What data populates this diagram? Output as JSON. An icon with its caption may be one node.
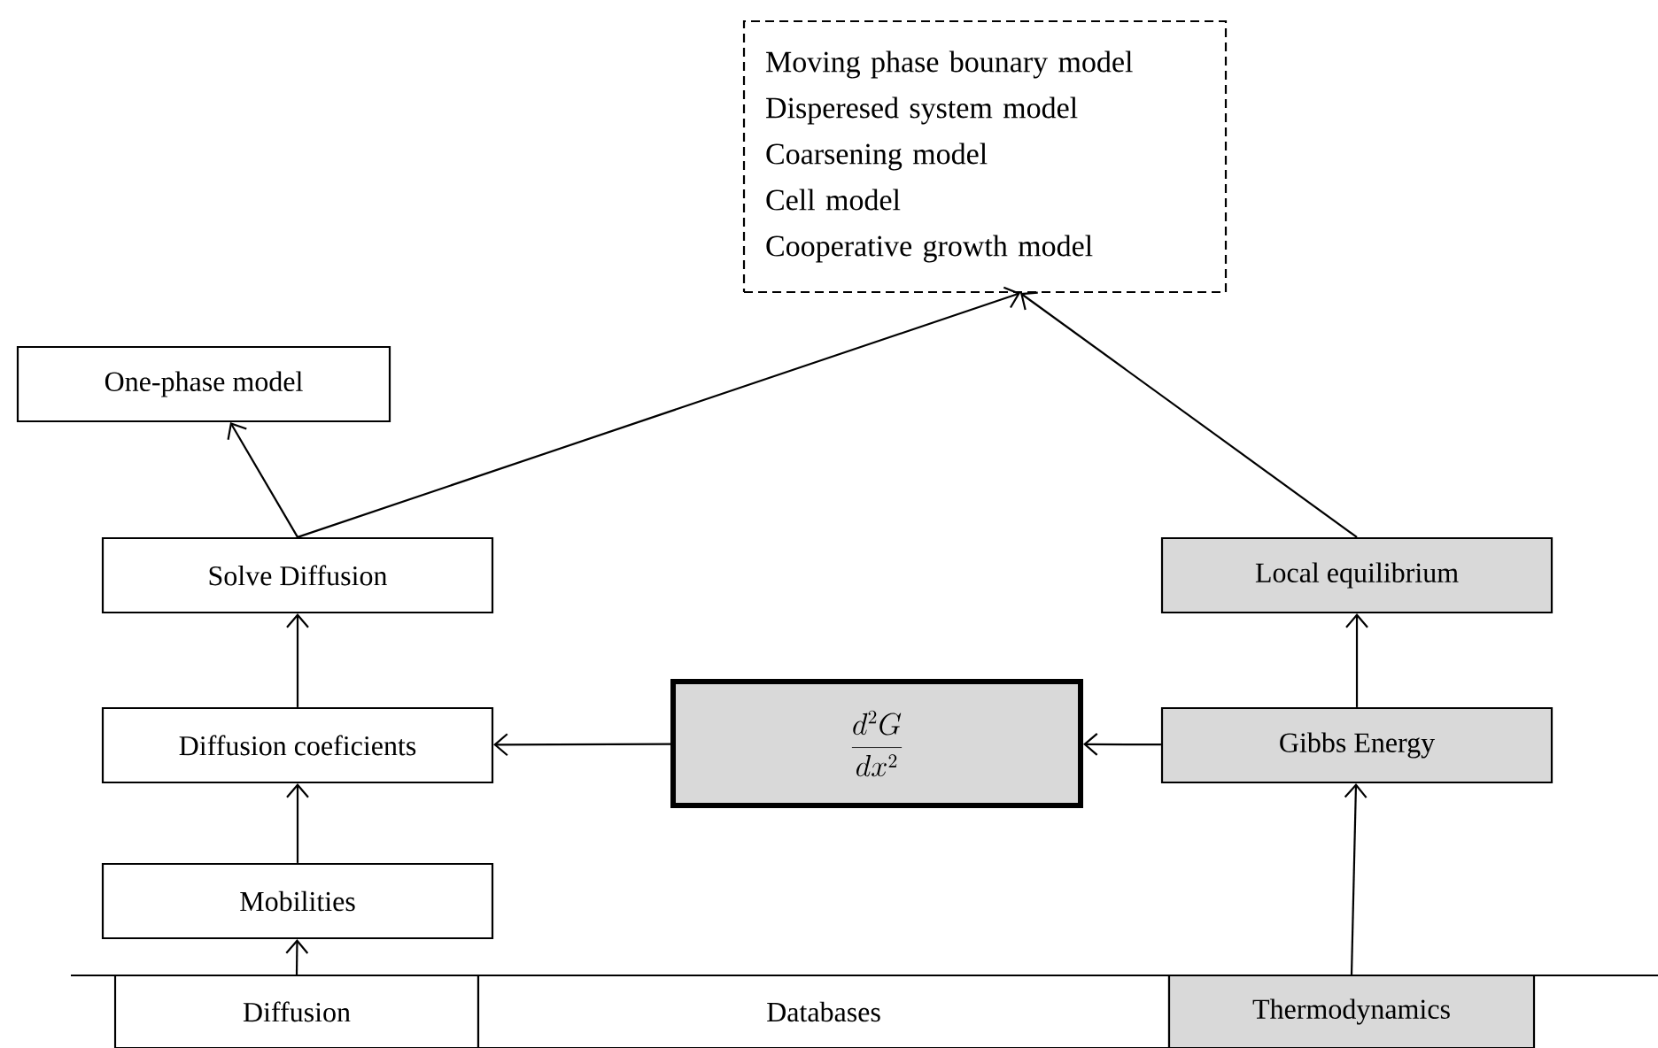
{
  "diagram": {
    "nodes": [
      {
        "text": [
          "Moving phase bounary model",
          "Disperesed system model",
          "Coarsening model",
          "Cell model",
          "Cooperative growth model"
        ]
      },
      {
        "text": [
          "One-phase model"
        ]
      },
      {
        "text": [
          "Solve Diffusion"
        ]
      },
      {
        "text": [
          "Local equilibrium"
        ]
      },
      {
        "text": [
          "Diffusion coeficients"
        ]
      },
      {
        "text": [
          "\\frac{d^{2}G}{dx^{2}}"
        ]
      },
      {
        "text": [
          "Gibbs Energy"
        ]
      },
      {
        "text": [
          "Mobilities"
        ]
      },
      {
        "text": [
          "Diffusion"
        ]
      },
      {
        "text": [
          "Databases"
        ]
      },
      {
        "text": [
          "Thermodynamics"
        ]
      }
    ],
    "edges": [
      {
        "from": 2,
        "to": 0,
        "arrow": "to"
      },
      {
        "from": 3,
        "to": 0,
        "arrow": "to"
      },
      {
        "from": 2,
        "to": 1,
        "arrow": "to"
      },
      {
        "from": 4,
        "to": 2,
        "arrow": "to"
      },
      {
        "from": 6,
        "to": 3,
        "arrow": "to"
      },
      {
        "from": 5,
        "to": 4,
        "arrow": "to"
      },
      {
        "from": 6,
        "to": 5,
        "arrow": "to"
      },
      {
        "from": 7,
        "to": 4,
        "arrow": "to"
      },
      {
        "from": 10,
        "to": 6,
        "arrow": "to"
      },
      {
        "from": 8,
        "to": 7,
        "arrow": "to"
      }
    ]
  }
}
